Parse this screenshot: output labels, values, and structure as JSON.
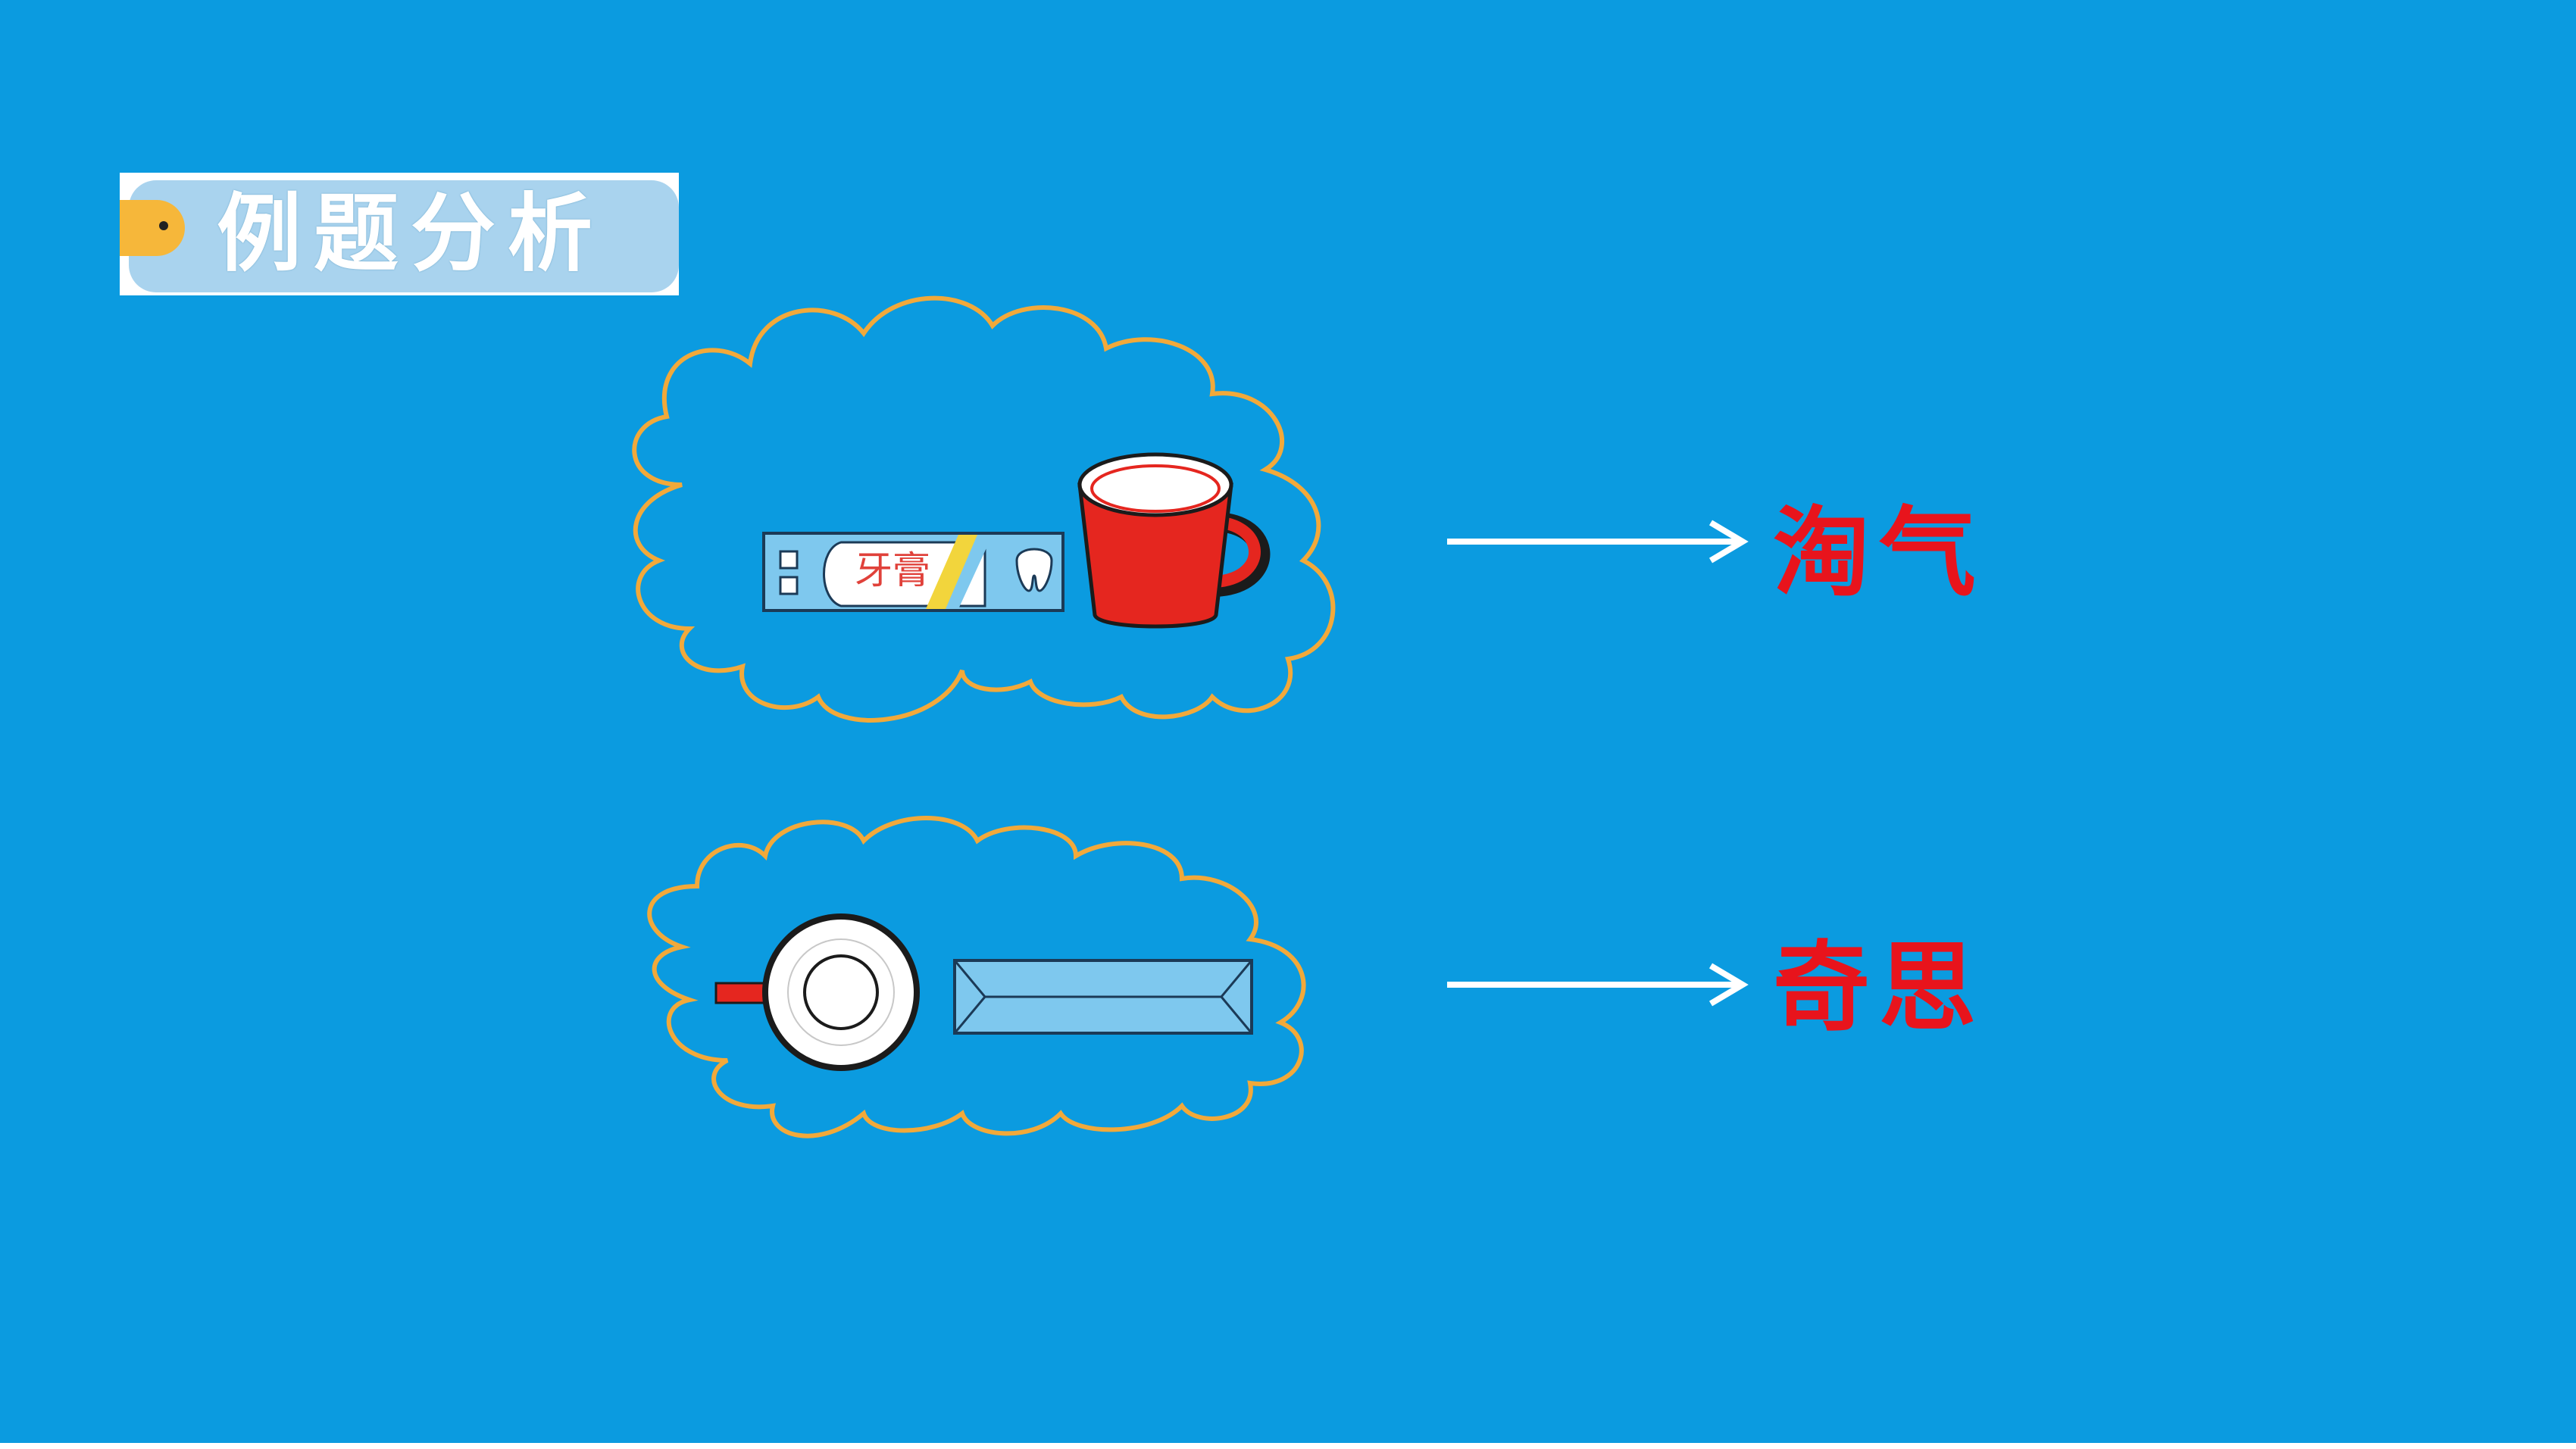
{
  "header": {
    "title": "例题分析"
  },
  "rows": [
    {
      "label": "淘气",
      "tube_text": "牙膏"
    },
    {
      "label": "奇思"
    }
  ],
  "colors": {
    "background": "#0b9be0",
    "label": "#e8141c",
    "cloud_outline": "#f2a93a",
    "cup": "#e5261f",
    "tube": "#7ec8ee"
  },
  "icons": [
    "toothpaste-tube-icon",
    "red-cup-icon",
    "cup-top-view-icon",
    "toothpaste-tube-top-view-icon",
    "right-arrow-icon"
  ]
}
